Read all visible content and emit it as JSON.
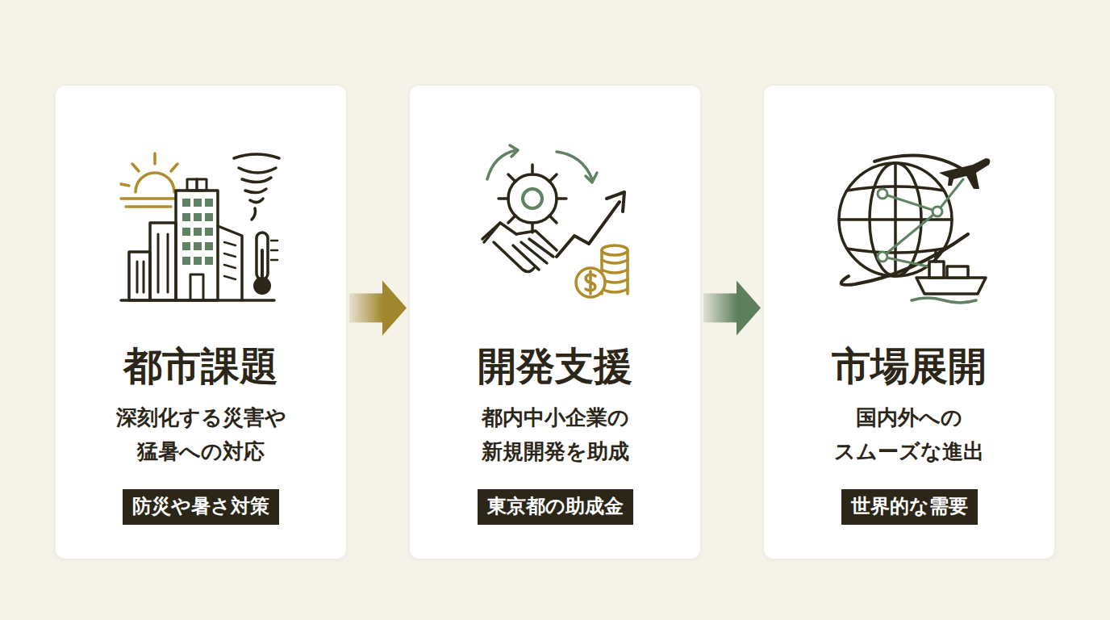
{
  "diagram": {
    "nodes": [
      {
        "text": [
          "都市課題",
          "深刻化する災害や 猛暑への対応"
        ]
      },
      {
        "text": [
          "防災や暑さ対策"
        ],
        "in": 0
      },
      {
        "text": [
          "開発支援",
          "都内中小企業の 新規開発を助成"
        ]
      },
      {
        "text": [
          "東京都の助成金"
        ],
        "in": 2
      },
      {
        "text": [
          "市場展開",
          "国内外への スムーズな進出"
        ]
      },
      {
        "text": [
          "世界的な需要"
        ],
        "in": 4
      }
    ],
    "edges": [
      {
        "from": 0,
        "to": 2,
        "arrow": "to"
      },
      {
        "from": 2,
        "to": 4,
        "arrow": "to"
      }
    ]
  }
}
